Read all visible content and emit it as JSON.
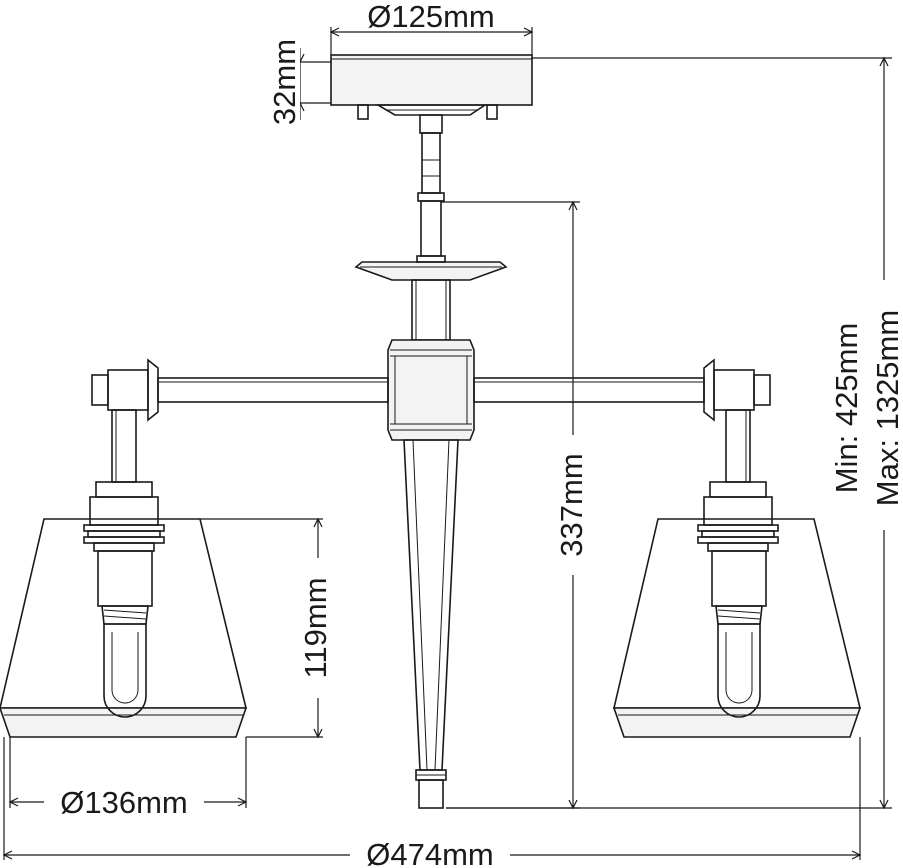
{
  "dimensions": {
    "canopy_diameter": "Ø125mm",
    "canopy_height": "32mm",
    "drop_length": "337mm",
    "shade_height": "119mm",
    "shade_diameter": "Ø136mm",
    "overall_width": "Ø474mm",
    "height_min": "Min: 425mm",
    "height_max": "Max: 1325mm"
  }
}
